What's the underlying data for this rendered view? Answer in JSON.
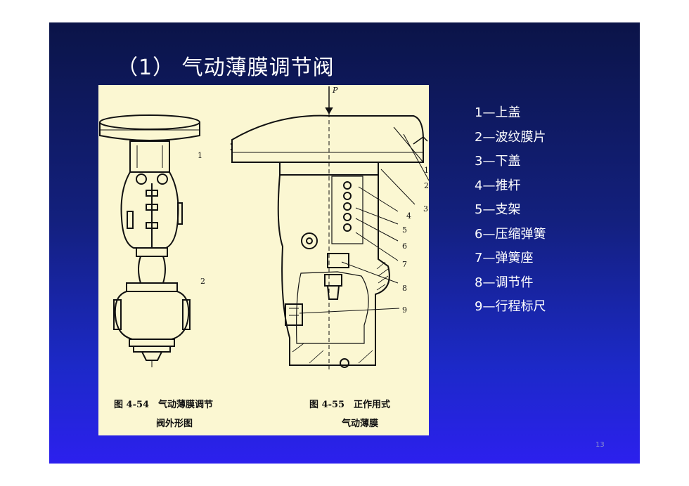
{
  "slide": {
    "title": "（1） 气动薄膜调节阀",
    "page_number": "13"
  },
  "figure": {
    "input_label": "P",
    "callouts": [
      "1",
      "2",
      "1",
      "2",
      "3",
      "4",
      "5",
      "6",
      "7",
      "8",
      "9"
    ],
    "caption_left": {
      "line1": "图 4-54　气动薄膜调节",
      "line2": "阀外形图"
    },
    "caption_right": {
      "line1": "图 4-55　正作用式",
      "line2": "气动薄膜"
    }
  },
  "legend": [
    "1—上盖",
    "2—波纹膜片",
    "3—下盖",
    "4—推杆",
    "5—支架",
    "6—压缩弹簧",
    "7—弹簧座",
    "8—调节件",
    "9—行程标尺"
  ],
  "colors": {
    "slide_top": "#0b1448",
    "slide_bottom": "#2c20ee",
    "figure_bg": "#fbf7d2",
    "ink": "#111111"
  }
}
